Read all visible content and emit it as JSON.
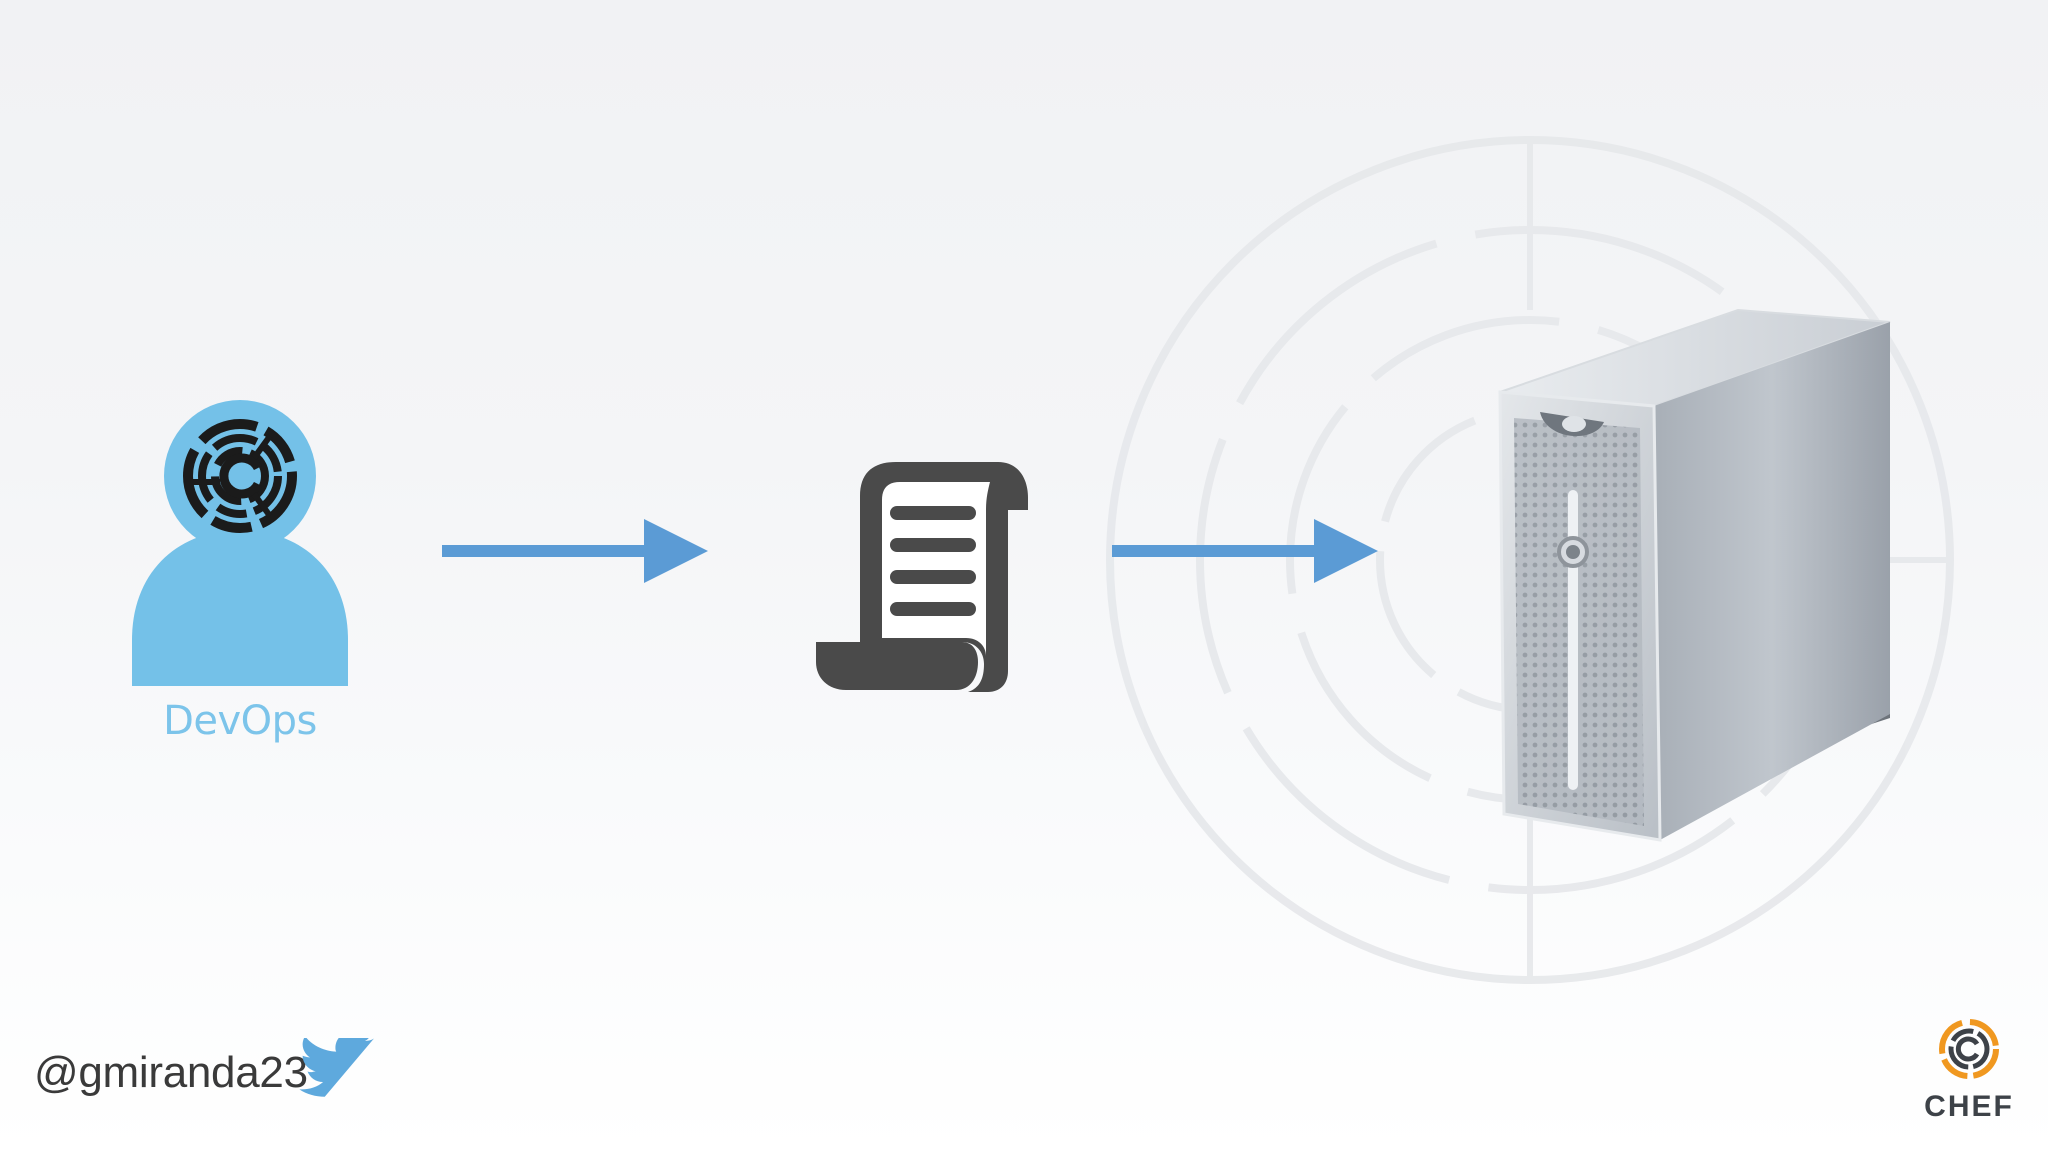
{
  "diagram": {
    "actor": {
      "label": "DevOps",
      "icon": "person-with-chef-logo-icon",
      "color": "#74c1e8"
    },
    "connectors": [
      {
        "from": "actor",
        "to": "recipe",
        "icon": "arrow-right-icon",
        "color": "#5b9bd5"
      },
      {
        "from": "recipe",
        "to": "server",
        "icon": "arrow-right-icon",
        "color": "#5b9bd5"
      }
    ],
    "recipe": {
      "icon": "scroll-document-icon",
      "color": "#4a4a4a"
    },
    "server": {
      "icon": "server-tower-icon"
    }
  },
  "footer": {
    "twitter_handle": "@gmiranda23",
    "twitter_icon": "twitter-bird-icon",
    "twitter_color": "#5ea9dd",
    "brand_logo_text": "CHEF",
    "brand_icon": "chef-logo-icon"
  }
}
